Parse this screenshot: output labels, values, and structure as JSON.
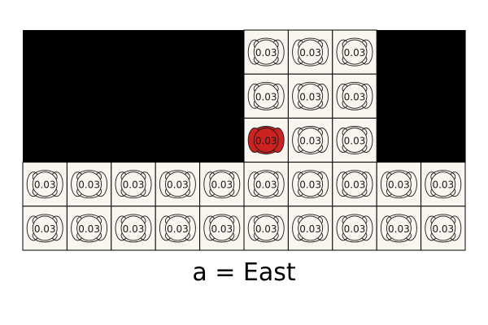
{
  "caption": "a = East",
  "grid": {
    "rows": 5,
    "cols": 10,
    "blocked": [
      [
        0,
        0
      ],
      [
        0,
        1
      ],
      [
        0,
        2
      ],
      [
        0,
        3
      ],
      [
        0,
        4
      ],
      [
        0,
        8
      ],
      [
        0,
        9
      ],
      [
        1,
        0
      ],
      [
        1,
        1
      ],
      [
        1,
        2
      ],
      [
        1,
        3
      ],
      [
        1,
        4
      ],
      [
        1,
        8
      ],
      [
        1,
        9
      ],
      [
        2,
        0
      ],
      [
        2,
        1
      ],
      [
        2,
        2
      ],
      [
        2,
        3
      ],
      [
        2,
        4
      ],
      [
        2,
        8
      ],
      [
        2,
        9
      ]
    ],
    "agent": [
      2,
      5
    ],
    "cell_value": "0.03",
    "colors": {
      "wall": "#000000",
      "cell_background": "#f9f6f0",
      "grid_line": "#000000",
      "agent_fill": "#cc2222",
      "glyph_stroke": "#1a1a1a"
    }
  }
}
